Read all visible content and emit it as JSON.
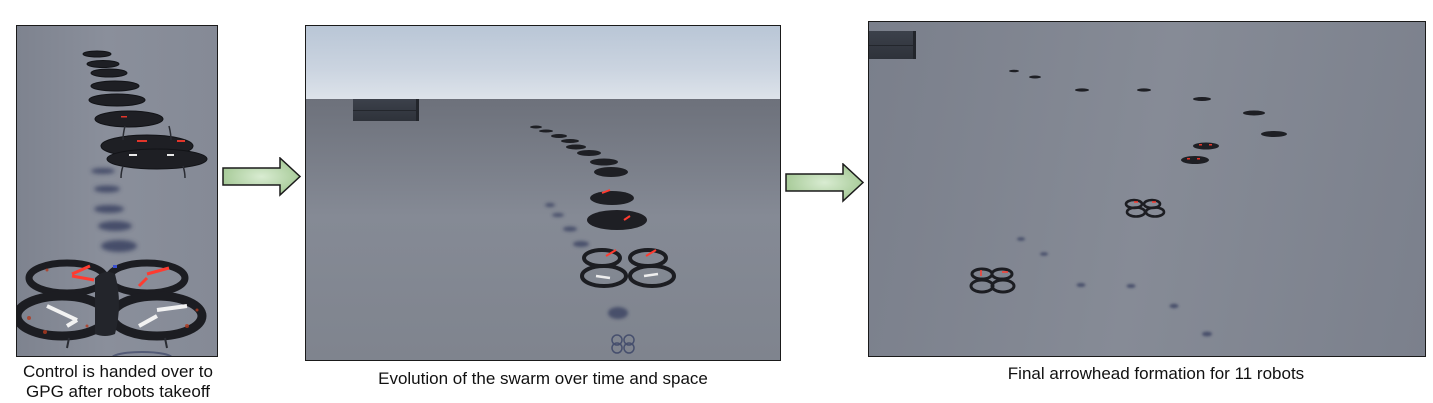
{
  "figure": {
    "panels": [
      {
        "id": "takeoff",
        "caption_lines": [
          "Control is handed over to",
          "GPG after robots takeoff"
        ],
        "scene": "close-up view of a line of quadrotor drones after takeoff"
      },
      {
        "id": "evolution",
        "caption_lines": [
          "Evolution of the swarm over time and space"
        ],
        "scene": "drones spread out in a curved line over a gray ground plane with sky"
      },
      {
        "id": "final",
        "caption_lines": [
          "Final arrowhead formation for 11 robots"
        ],
        "scene": "top-down view of 11 drones arranged in an arrowhead"
      }
    ],
    "arrows": [
      {
        "name": "arrow-right-icon",
        "from": "takeoff",
        "to": "evolution"
      },
      {
        "name": "arrow-right-icon",
        "from": "evolution",
        "to": "final"
      }
    ],
    "colors": {
      "arrow_fill_light": "#d9ecd2",
      "arrow_fill_dark": "#9fc58f",
      "arrow_stroke": "#1b1b1b",
      "ground": "#7f848e",
      "sky": "#cbd4e0",
      "drone_body": "#1c1d22",
      "drone_accent": "#e2352a"
    }
  }
}
